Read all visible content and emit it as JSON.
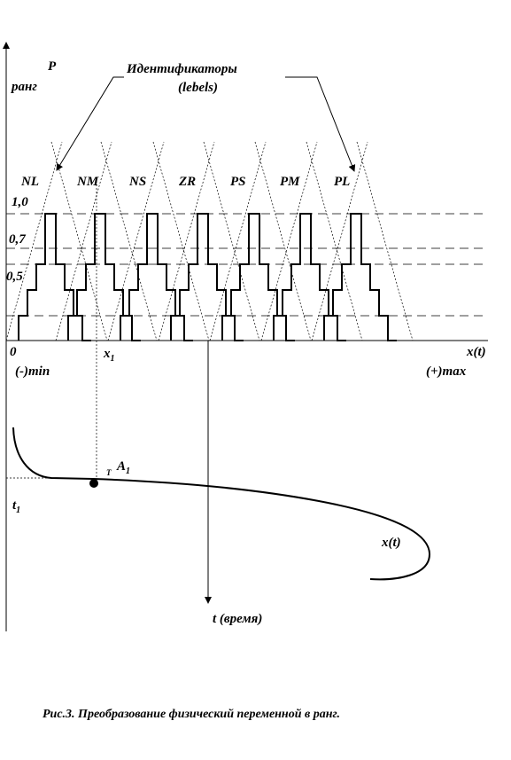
{
  "axis": {
    "p_label": "P",
    "rank_label": "ранг",
    "x_label": "x(t)",
    "min_label": "(-)min",
    "max_label": "(+)max",
    "t_label": "t (время)",
    "zero": "0"
  },
  "y_ticks": [
    "1,0",
    "0,7",
    "0,5"
  ],
  "identifiers": {
    "title_line1": "Идентификаторы",
    "title_line2": "(lebels)"
  },
  "terms": [
    "NL",
    "NM",
    "NS",
    "ZR",
    "PS",
    "PM",
    "PL"
  ],
  "points": {
    "x1": "x",
    "x1_sub": "1",
    "t1": "t",
    "t1_sub": "1",
    "a1": "A",
    "a1_sub": "1",
    "a1_mark": "T"
  },
  "curve_label": "x(t)",
  "caption": "Рис.3. Преобразование физический переменной в ранг."
}
